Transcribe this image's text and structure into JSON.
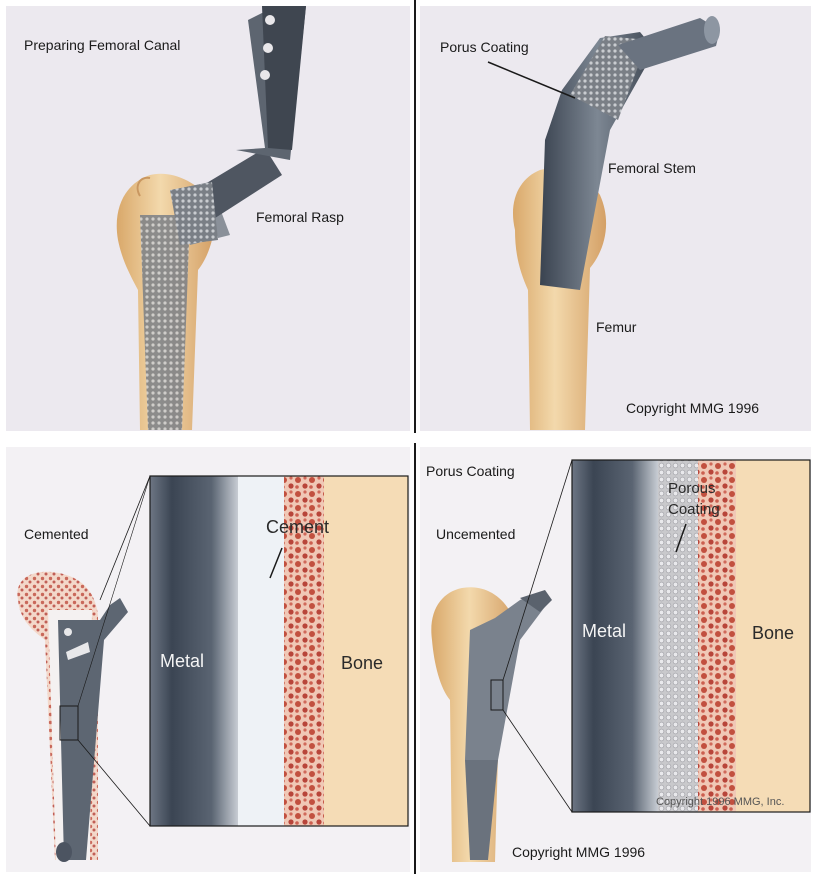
{
  "panel_top_left": {
    "title": "Preparing Femoral Canal",
    "rasp_label": "Femoral Rasp"
  },
  "panel_top_right": {
    "coating_label": "Porus Coating",
    "stem_label": "Femoral Stem",
    "femur_label": "Femur",
    "copyright": "Copyright MMG 1996"
  },
  "panel_bottom_left": {
    "type_label": "Cemented",
    "metal_label": "Metal",
    "cement_label": "Cement",
    "bone_label": "Bone"
  },
  "panel_bottom_right": {
    "coating_label": "Porus Coating",
    "type_label": "Uncemented",
    "porous_line1": "Porous",
    "porous_line2": "Coating",
    "metal_label": "Metal",
    "bone_label": "Bone",
    "inset_credit": "Copyright 1996 MMG, Inc.",
    "copyright": "Copyright MMG 1996"
  },
  "colors": {
    "panel_bg": "#ece9ef",
    "bone": "#e9c78f",
    "marrow": "#b9453e",
    "metal": "#4a5563",
    "cement": "#f2f5f8",
    "divider": "#1a1a1a"
  }
}
